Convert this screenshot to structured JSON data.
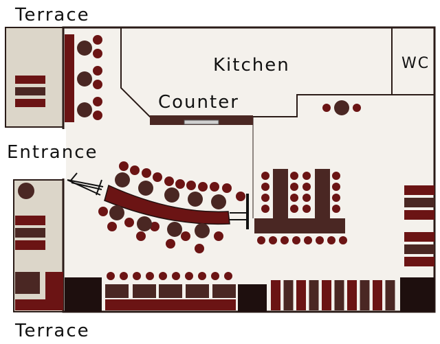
{
  "labels": {
    "terrace_top": "Terrace",
    "terrace_bottom": "Terrace",
    "entrance": "Entrance",
    "kitchen": "Kitchen",
    "counter": "Counter",
    "wc": "WC"
  },
  "colors": {
    "floor": "#f4f1ec",
    "terrace": "#dcd6c9",
    "wall": "#2a1b17",
    "maroon": "#6b1414",
    "dark_brown": "#4a2723",
    "black_block": "#1e0f0e"
  }
}
